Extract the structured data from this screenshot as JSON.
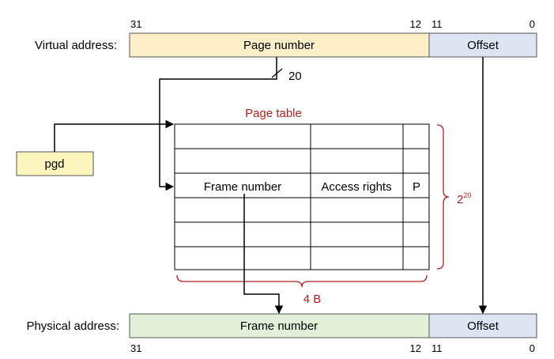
{
  "virtual_address": {
    "label": "Virtual address:",
    "page_number": "Page number",
    "offset": "Offset",
    "bits": {
      "high": "31",
      "page_low": "12",
      "offset_high": "11",
      "low": "0"
    },
    "page_number_width": "20",
    "page_fill": "#fcefc8",
    "offset_fill": "#dde5f3"
  },
  "page_table": {
    "title": "Page table",
    "columns": [
      "Frame number",
      "Access rights",
      "P"
    ],
    "row_count": {
      "base": "2",
      "exponent": "20"
    },
    "entry_size": "4 B"
  },
  "pgd": {
    "label": "pgd",
    "fill": "#fcf6be"
  },
  "physical_address": {
    "label": "Physical address:",
    "frame_number": "Frame number",
    "offset": "Offset",
    "bits": {
      "high": "31",
      "frame_low": "12",
      "offset_high": "11",
      "low": "0"
    },
    "frame_fill": "#e3efd9",
    "offset_fill": "#dde5f3"
  },
  "colors": {
    "annotation": "#b01e1e",
    "line": "#000000"
  }
}
